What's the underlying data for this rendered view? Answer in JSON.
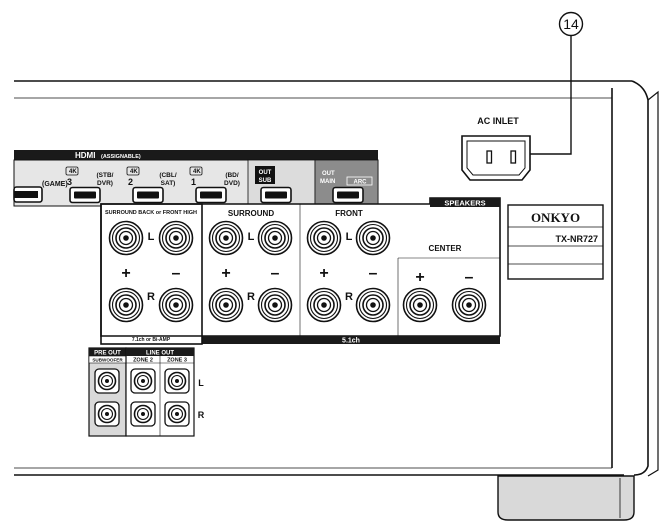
{
  "callout": {
    "number": "14"
  },
  "ac_inlet": {
    "label": "AC INLET"
  },
  "hdmi": {
    "header": "HDMI",
    "header_sub": "(ASSIGNABLE)",
    "ports": [
      {
        "num": "",
        "badge": "",
        "label": "(GAME)"
      },
      {
        "num": "3",
        "badge": "4K",
        "label": "(STB/\nDVR)"
      },
      {
        "num": "2",
        "badge": "4K",
        "label": "(CBL/\nSAT)"
      },
      {
        "num": "1",
        "badge": "4K",
        "label": "(BD/\nDVD)"
      }
    ],
    "out_sub": "OUT\nSUB",
    "out_main": "OUT\nMAIN",
    "arc": "ARC"
  },
  "speakers": {
    "header": "SPEAKERS",
    "groups": {
      "surround_back": "SURROUND BACK or FRONT HIGH",
      "surround": "SURROUND",
      "front": "FRONT",
      "center": "CENTER"
    },
    "left": "L",
    "right": "R",
    "plus": "+",
    "minus": "–",
    "bottom_left": "7.1ch or Bi-AMP",
    "bottom_right": "5.1ch"
  },
  "preout": {
    "header": "PRE OUT",
    "subwoofer": "SUBWOOFER",
    "line_out": "LINE OUT",
    "zone2": "ZONE 2",
    "zone3": "ZONE 3",
    "left": "L",
    "right": "R"
  },
  "nameplate": {
    "brand": "ONKYO",
    "model": "TX-NR727"
  }
}
